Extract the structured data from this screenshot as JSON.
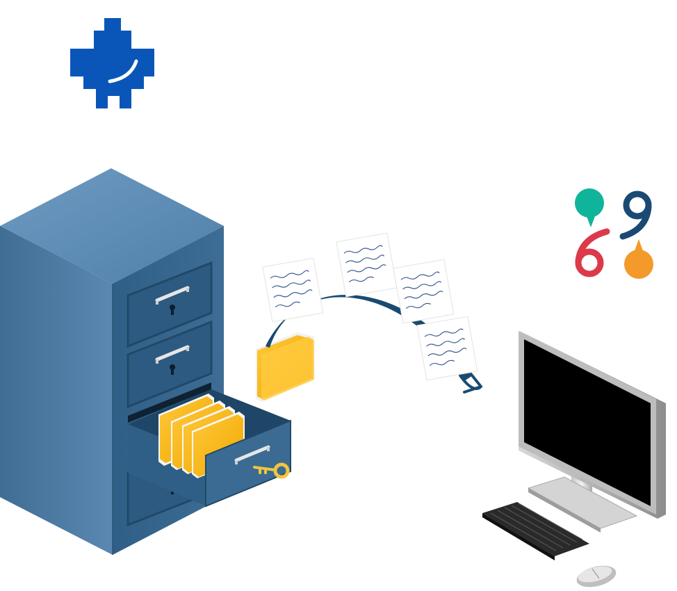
{
  "scene": {
    "logo_left": {
      "icon": "blue-puzzle-logo-icon",
      "color": "#0a56b8"
    },
    "logo_right": {
      "icon": "four-petal-knot-logo-icon",
      "colors": {
        "teal": "#10b49a",
        "navy": "#1a4a73",
        "red": "#dc3a4a",
        "orange": "#f39a2b"
      }
    },
    "cabinet": {
      "icon": "filing-cabinet-icon",
      "color": "#3f6f96",
      "drawers": 4,
      "open_drawer": 3
    },
    "folders": {
      "icon": "folder-icon",
      "color": "#f5b414"
    },
    "documents": {
      "icon": "document-icon",
      "count": 4
    },
    "transfer_arrow": {
      "icon": "curved-arrow-icon",
      "color": "#1a4a70"
    },
    "key": {
      "icon": "key-icon",
      "color": "#f2c53a"
    },
    "computer": {
      "monitor": {
        "icon": "monitor-icon",
        "screen_color": "#000000"
      },
      "keyboard": {
        "icon": "keyboard-icon"
      },
      "mouse": {
        "icon": "mouse-icon"
      }
    }
  }
}
